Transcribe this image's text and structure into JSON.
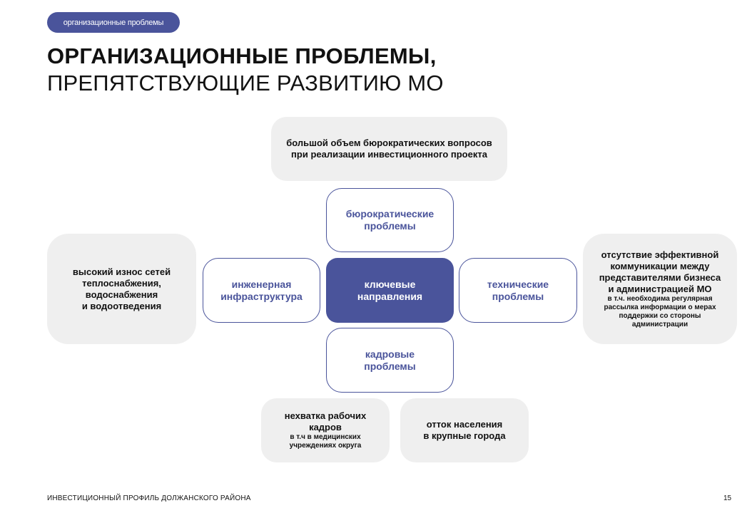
{
  "header": {
    "badge": "организационные проблемы",
    "title_line1": "ОРГАНИЗАЦИОННЫЕ ПРОБЛЕМЫ,",
    "title_line2": "ПРЕПЯТСТВУЮЩИЕ РАЗВИТИЮ МО"
  },
  "diagram": {
    "center": [
      "ключевые",
      "направления"
    ],
    "top": [
      "бюрократические",
      "проблемы"
    ],
    "left": [
      "инженерная",
      "инфраструктура"
    ],
    "right": [
      "технические",
      "проблемы"
    ],
    "bottom": [
      "кадровые",
      "проблемы"
    ],
    "top_note": [
      "большой объем бюрократических вопросов",
      "при реализации инвестиционного проекта"
    ],
    "left_note": [
      "высокий износ сетей",
      "теплоснабжения,",
      "водоснабжения",
      "и водоотведения"
    ],
    "right_note": {
      "main": [
        "отсутствие эффективной",
        "коммуникации между",
        "представителями бизнеса",
        "и администрацией МО"
      ],
      "sub": [
        "в т.ч. необходима регулярная",
        "рассылка информации о мерах",
        "поддержки со стороны",
        "администрации"
      ]
    },
    "bottom_note_1": {
      "main": [
        "нехватка рабочих",
        "кадров"
      ],
      "sub": [
        "в т.ч в медицинских",
        "учреждениях округа"
      ]
    },
    "bottom_note_2": [
      "отток населения",
      "в крупные города"
    ]
  },
  "footer": {
    "left": "ИНВЕСТИЦИОННЫЙ ПРОФИЛЬ ДОЛЖАНСКОГО РАЙОНА",
    "page": "15"
  },
  "colors": {
    "accent": "#4a549b",
    "note_bg": "#efefef"
  }
}
